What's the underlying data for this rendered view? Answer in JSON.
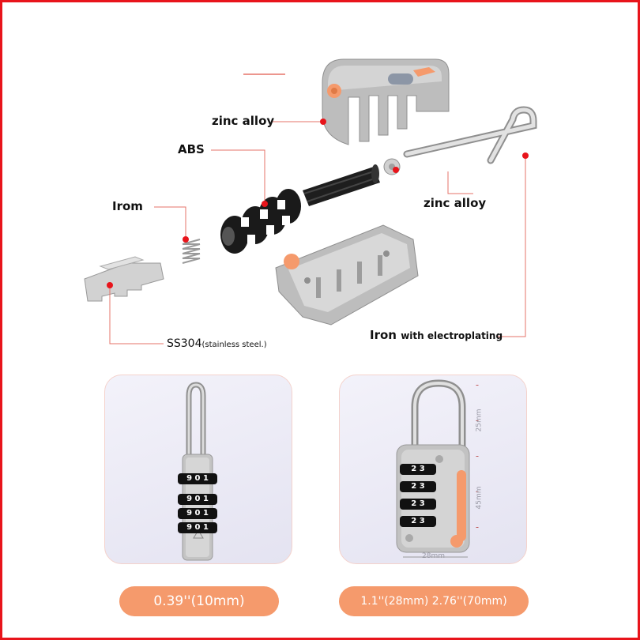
{
  "labels": {
    "zinc_alloy_top": "zinc alloy",
    "abs": "ABS",
    "irom": "Irom",
    "zinc_alloy_right": "zinc alloy",
    "ss304": "SS304",
    "ss304_note": "(stainless steel.)",
    "iron": "Iron",
    "iron_note": "with electroplating"
  },
  "dials": {
    "left_rows": [
      "9 0 1",
      "9 0 1",
      "9 0 1",
      "9 0 1"
    ],
    "right_rows": [
      "2 3",
      "2 3",
      "2 3",
      "2 3"
    ]
  },
  "dimensions": {
    "shackle_height": "25mm",
    "body_height": "45mm",
    "body_width": "28mm"
  },
  "buttons": {
    "left": "0.39''(10mm)",
    "right": "1.1''(28mm) 2.76''(70mm)"
  },
  "colors": {
    "accent_orange": "#f59a6c",
    "callout_red": "#e8141b",
    "body_gray": "#bdbdbd"
  }
}
